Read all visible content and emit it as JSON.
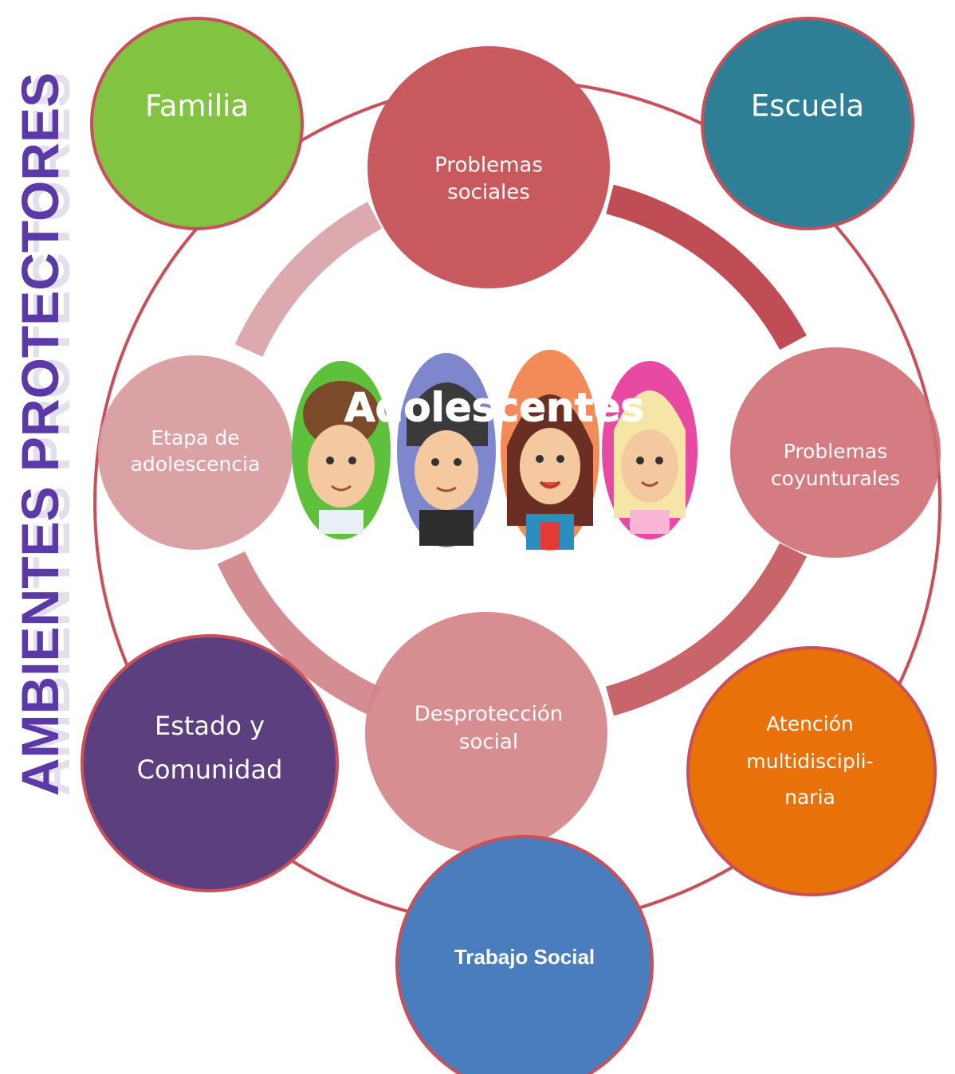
{
  "side_title": "AMBIENTES PROTECTORES",
  "center_title": "Adolescentes",
  "outer_nodes": {
    "familia": "Familia",
    "escuela": "Escuela",
    "estado_line1": "Estado y",
    "estado_line2": "Comunidad",
    "atencion_line1": "Atención",
    "atencion_line2": "multidiscipli-",
    "atencion_line3": "naria",
    "trabajo": "Trabajo Social"
  },
  "inner_nodes": {
    "problemas_sociales_line1": "Problemas",
    "problemas_sociales_line2": "sociales",
    "etapa_line1": "Etapa de",
    "etapa_line2": "adolescencia",
    "coyunturales_line1": "Problemas",
    "coyunturales_line2": "coyunturales",
    "desproteccion_line1": "Desprotección",
    "desproteccion_line2": "social"
  },
  "colors": {
    "familia": "#82c341",
    "escuela": "#2e7f96",
    "estado": "#5c3f7e",
    "atencion": "#e8710a",
    "trabajo": "#4a7dbd",
    "outer_ring": "#c8505a",
    "inner_node": "#c85a5f",
    "side_title": "#5b3aa8"
  }
}
